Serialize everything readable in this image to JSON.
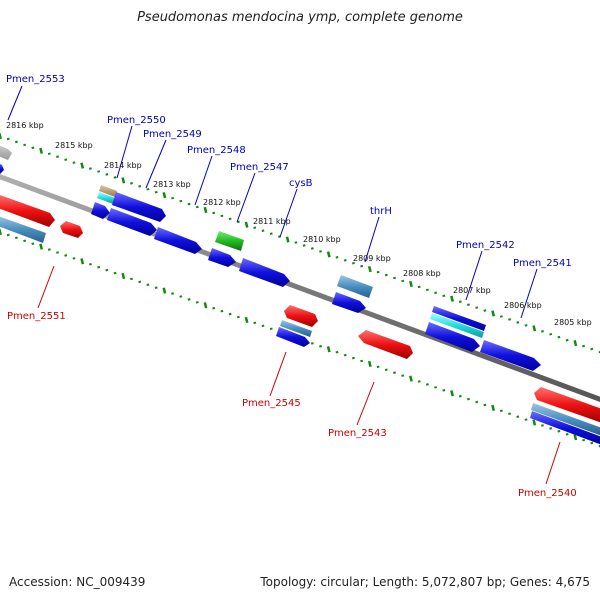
{
  "title": "Pseudomonas mendocina ymp, complete genome",
  "footer": {
    "accession": "Accession: NC_009439",
    "summary": "Topology: circular; Length: 5,072,807 bp; Genes: 4,675"
  },
  "colors": {
    "forward_cds": "#1010dd",
    "reverse_cds": "#ee1111",
    "trna": "#4a8fc0",
    "rrna_like": "#22bb22",
    "misc_feature": "#b89a6a",
    "cyan_feature": "#22dddd",
    "backbone": "#888888",
    "tick": "#118811",
    "label_forward": "#0000bb",
    "label_reverse": "#cc0000"
  },
  "kbp_ticks": [
    "2816 kbp",
    "2815 kbp",
    "2814 kbp",
    "2813 kbp",
    "2812 kbp",
    "2811 kbp",
    "2810 kbp",
    "2809 kbp",
    "2808 kbp",
    "2807 kbp",
    "2806 kbp",
    "2805 kbp"
  ],
  "gene_labels_forward": [
    "Pmen_2553",
    "Pmen_2550",
    "Pmen_2549",
    "Pmen_2548",
    "Pmen_2547",
    "cysB",
    "thrH",
    "Pmen_2542",
    "Pmen_2541"
  ],
  "gene_labels_reverse": [
    "Pmen_2551",
    "Pmen_2545",
    "Pmen_2543",
    "Pmen_2540"
  ]
}
